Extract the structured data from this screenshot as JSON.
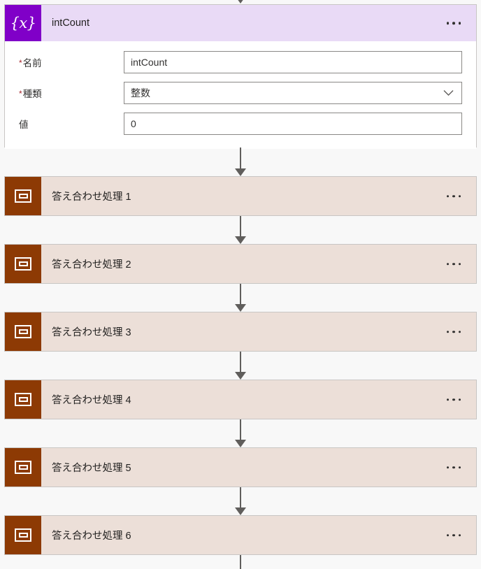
{
  "app": {
    "kind": "power-automate-flow-designer",
    "background_color": "#f8f8f8"
  },
  "colors": {
    "variable_accent": "#8000c8",
    "variable_header": "#e9daf6",
    "action_accent": "#8d3a04",
    "action_card": "#ecdfd8",
    "card_border": "#c8c6c4",
    "connector": "#605e5c",
    "required_asterisk": "#a4262c",
    "text": "#201f1e"
  },
  "variable_card": {
    "icon": "variable-braces-x-icon",
    "icon_glyph": "{x}",
    "title": "intCount",
    "overflow_label": "...",
    "fields": [
      {
        "key": "name",
        "label": "名前",
        "required": true,
        "control": "text",
        "value": "intCount"
      },
      {
        "key": "type",
        "label": "種類",
        "required": true,
        "control": "select",
        "value": "整数",
        "chevron": "chevron-down-icon"
      },
      {
        "key": "value",
        "label": "値",
        "required": false,
        "control": "text",
        "value": "0"
      }
    ]
  },
  "actions": [
    {
      "icon": "scope-icon",
      "title": "答え合わせ処理 1",
      "overflow_label": "..."
    },
    {
      "icon": "scope-icon",
      "title": "答え合わせ処理 2",
      "overflow_label": "..."
    },
    {
      "icon": "scope-icon",
      "title": "答え合わせ処理 3",
      "overflow_label": "..."
    },
    {
      "icon": "scope-icon",
      "title": "答え合わせ処理 4",
      "overflow_label": "..."
    },
    {
      "icon": "scope-icon",
      "title": "答え合わせ処理 5",
      "overflow_label": "..."
    },
    {
      "icon": "scope-icon",
      "title": "答え合わせ処理 6",
      "overflow_label": "..."
    }
  ]
}
